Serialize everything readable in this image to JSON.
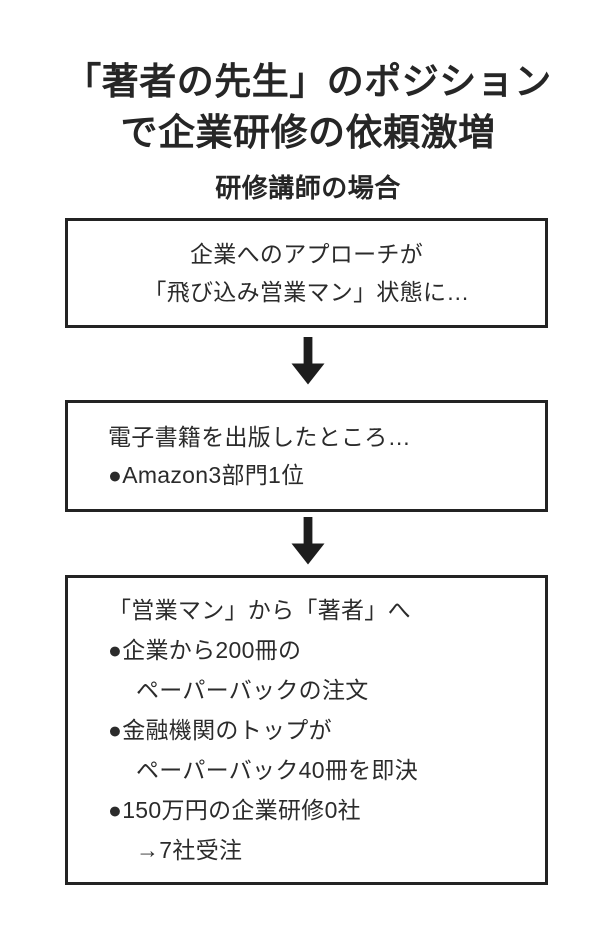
{
  "title": {
    "lines": [
      "「著者の先生」のポジション",
      "で企業研修の依頼激増"
    ]
  },
  "subtitle": "研修講師の場合",
  "colors": {
    "background": "#ffffff",
    "text": "#2b2b2b",
    "heading": "#262626",
    "border": "#232323"
  },
  "flow": {
    "boxes": [
      {
        "id": "box-1",
        "align": "center",
        "lines": [
          {
            "text": "企業へのアプローチが",
            "indent": false
          },
          {
            "text": "「飛び込み営業マン」状態に…",
            "indent": false
          }
        ]
      },
      {
        "id": "box-2",
        "align": "left",
        "lines": [
          {
            "text": "電子書籍を出版したところ…",
            "indent": false
          },
          {
            "text": "●Amazon3部門1位",
            "indent": false
          }
        ]
      },
      {
        "id": "box-3",
        "align": "left",
        "lines": [
          {
            "text": "「営業マン」から「著者」へ",
            "indent": false
          },
          {
            "text": "●企業から200冊の",
            "indent": false
          },
          {
            "text": "ペーパーバックの注文",
            "indent": true
          },
          {
            "text": "●金融機関のトップが",
            "indent": false
          },
          {
            "text": "ペーパーバック40冊を即決",
            "indent": true
          },
          {
            "text": "●150万円の企業研修0社",
            "indent": false
          },
          {
            "text": "→7社受注",
            "indent": true
          }
        ]
      }
    ],
    "arrows": [
      {
        "id": "arrow-1",
        "icon": "arrow-down-icon"
      },
      {
        "id": "arrow-2",
        "icon": "arrow-down-icon"
      }
    ]
  }
}
